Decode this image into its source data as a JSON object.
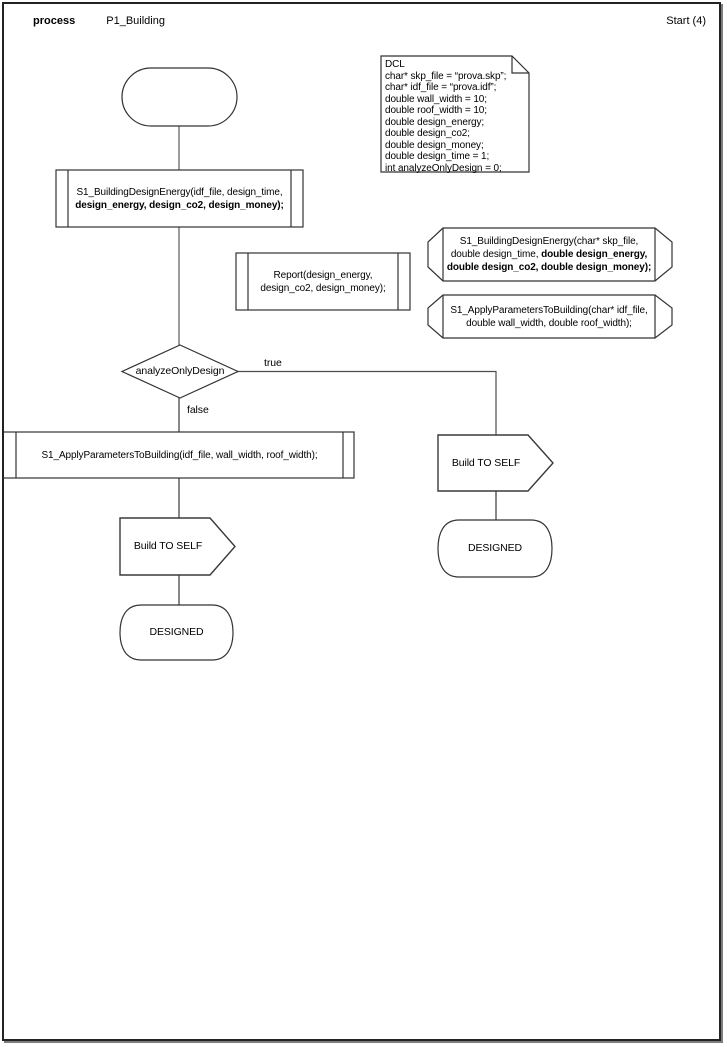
{
  "header": {
    "kind_label": "process",
    "diagram_name": "P1_Building",
    "page_indicator": "Start (4)"
  },
  "colors": {
    "page_background": "#ffffff",
    "shape_stroke": "#333333",
    "connector_stroke": "#7a7a7a",
    "text": "#000000"
  },
  "dcl_note": {
    "lines": [
      "DCL",
      "char* skp_file = “prova.skp”;",
      "char* idf_file = “prova.idf”;",
      "double wall_width = 10;",
      "double roof_width = 10;",
      "double design_energy;",
      "double design_co2;",
      "double design_money;",
      "double design_time = 1;",
      "int analyzeOnlyDesign = 0;"
    ]
  },
  "shapes": {
    "call_building_design_energy": {
      "lines": [
        [
          {
            "t": "S1_BuildingDesignEnergy(idf_file, design_time,"
          }
        ],
        [
          {
            "t": "design_energy, design_co2, design_money);",
            "b": true
          }
        ]
      ]
    },
    "report_call": {
      "lines": [
        [
          {
            "t": "Report(design_energy,"
          }
        ],
        [
          {
            "t": "design_co2, design_money);"
          }
        ]
      ]
    },
    "decl_building_design_energy": {
      "lines": [
        [
          {
            "t": "S1_BuildingDesignEnergy(char* skp_file,"
          }
        ],
        [
          {
            "t": "double design_time, "
          },
          {
            "t": "double design_energy,",
            "b": true
          }
        ],
        [
          {
            "t": "double design_co2, double design_money);",
            "b": true
          }
        ]
      ]
    },
    "decl_apply_parameters": {
      "lines": [
        [
          {
            "t": "S1_ApplyParametersToBuilding(char* idf_file,"
          }
        ],
        [
          {
            "t": "double wall_width, double roof_width);"
          }
        ]
      ]
    },
    "decision": {
      "label": "analyzeOnlyDesign"
    },
    "call_apply_parameters": {
      "lines": [
        [
          {
            "t": "S1_ApplyParametersToBuilding(idf_file, wall_width, roof_width);"
          }
        ]
      ]
    },
    "output_left": {
      "label": "Build TO SELF"
    },
    "state_left": {
      "label": "DESIGNED"
    },
    "output_right": {
      "label": "Build TO SELF"
    },
    "state_right": {
      "label": "DESIGNED"
    }
  },
  "edges": {
    "true_label": "true",
    "false_label": "false"
  }
}
